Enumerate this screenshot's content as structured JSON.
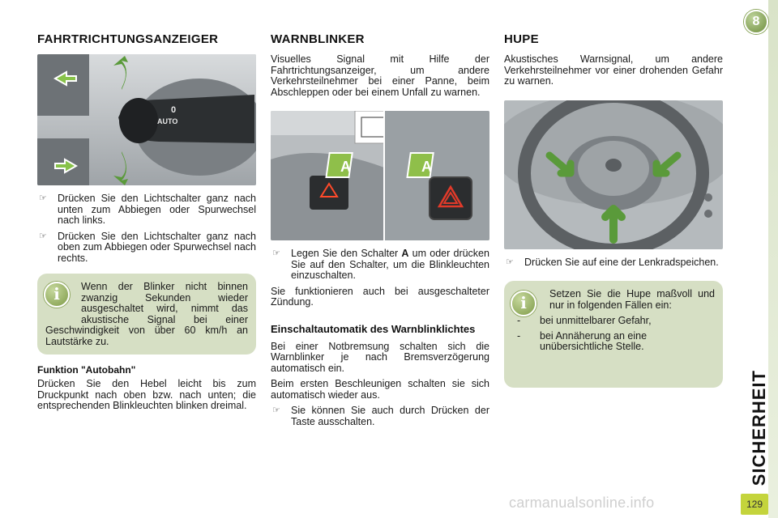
{
  "col1": {
    "heading": "FAHRTRICHTUNGSANZEIGER",
    "bullets": [
      "Drücken Sie den Lichtschalter ganz nach unten zum Abbiegen oder Spurwechsel nach links.",
      "Drücken Sie den Lichtschalter ganz nach oben zum Abbiegen oder Spurwechsel nach rechts."
    ],
    "info": "Wenn der Blinker nicht binnen zwanzig Sekunden wieder ausgeschaltet wird, nimmt das akustische Signal bei einer Geschwindigkeit von über 60 km/h an Lautstärke zu.",
    "subheading": "Funktion \"Autobahn\"",
    "body": "Drücken Sie den Hebel leicht bis zum Druckpunkt nach oben bzw. nach unten; die entsprechenden Blinkleuchten blinken dreimal.",
    "photo_labels": {
      "auto": "AUTO",
      "zero": "0"
    }
  },
  "col2": {
    "heading": "WARNBLINKER",
    "intro": "Visuelles Signal mit Hilfe der Fahrtrichtungsanzeiger, um andere Verkehrsteilnehmer bei einer Panne, beim Abschleppen oder bei einem Unfall zu warnen.",
    "photo_label_a": "A",
    "bullet_prefix": "Legen Sie den Schalter",
    "bullet_key": "A",
    "bullet_suffix": "um oder drücken Sie auf den Schalter, um die Blinkleuchten einzuschalten.",
    "note": "Sie funktionieren auch bei ausgeschalteter Zündung.",
    "subheading": "Einschaltautomatik des Warnblinklichtes",
    "p1": "Bei einer Notbremsung schalten sich die Warnblinker je nach Bremsverzögerung automatisch ein.",
    "p2": "Beim ersten Beschleunigen schalten sie sich automatisch wieder aus.",
    "bullet2": "Sie können Sie auch durch Drücken der Taste ausschalten."
  },
  "col3": {
    "heading": "HUPE",
    "intro": "Akustisches Warnsignal, um andere Verkehrsteilnehmer vor einer drohenden Gefahr zu warnen.",
    "bullet": "Drücken Sie auf eine der Lenkradspeichen.",
    "info": "Setzen Sie die Hupe maßvoll und nur in folgenden Fällen ein:",
    "dashes": [
      "bei unmittelbarer Gefahr,",
      "bei Annäherung an eine unübersichtliche Stelle."
    ]
  },
  "sidebar": {
    "chapter": "8",
    "title": "SICHERHEIT",
    "page": "129"
  },
  "watermark": "carmanualsonline.info",
  "icons": {
    "bullet": "pointing-hand-icon",
    "info": "info-icon"
  },
  "colors": {
    "accent_green": "#7f9b49",
    "infobox_bg": "#d6dfc4",
    "arrow_green": "#5a9a3a",
    "page_tab": "#c4d43c"
  }
}
